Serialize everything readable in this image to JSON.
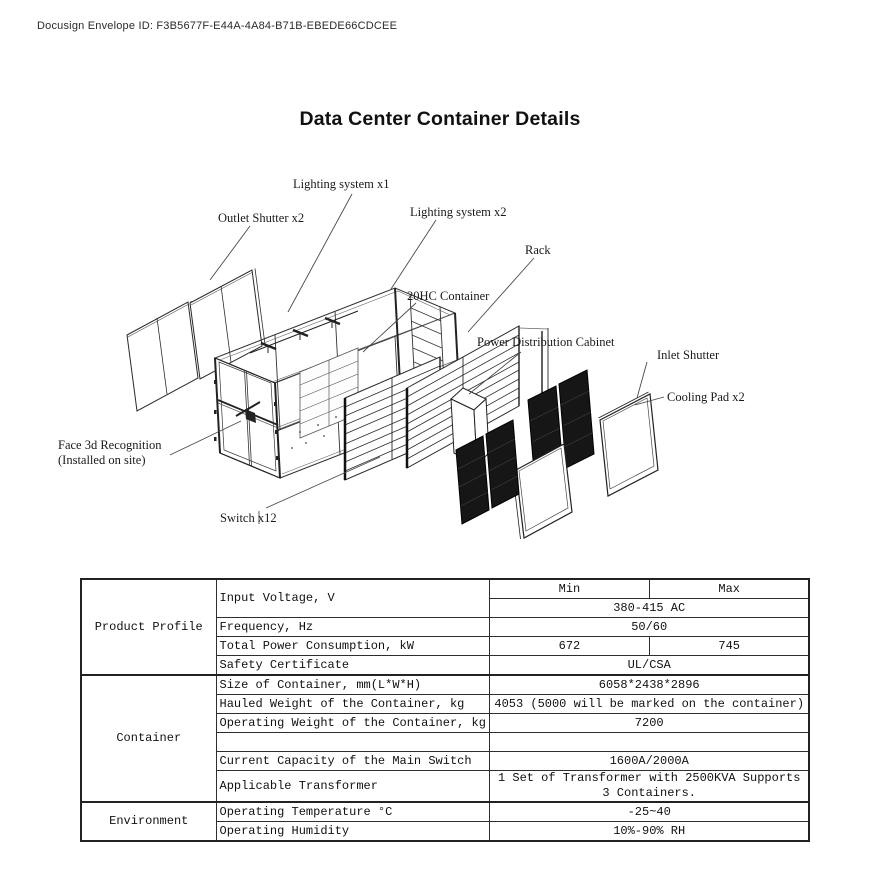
{
  "header": {
    "envelope_line": "Docusign Envelope ID: F3B5677F-E44A-4A84-B71B-EBEDE66CDCEE"
  },
  "title": "Data Center Container Details",
  "diagram": {
    "labels": {
      "lighting1": "Lighting system x1",
      "outlet_shutter": "Outlet Shutter x2",
      "lighting2": "Lighting system x2",
      "rack": "Rack",
      "container_20hc": "20HC Container",
      "pdc": "Power Distribution Cabinet",
      "inlet_shutter": "Inlet Shutter",
      "cooling_pad": "Cooling Pad x2",
      "face_recognition_line1": "Face 3d Recognition",
      "face_recognition_line2": "(Installed on site)",
      "switch": "Switch x12"
    }
  },
  "table": {
    "headers": {
      "min": "Min",
      "max": "Max"
    },
    "section_labels": {
      "product_profile": "Product Profile",
      "container": "Container",
      "environment": "Environment"
    },
    "rows": {
      "input_voltage": {
        "label": "Input Voltage, V",
        "value": "380-415 AC"
      },
      "frequency": {
        "label": "Frequency, Hz",
        "value": "50/60"
      },
      "power": {
        "label": "Total Power Consumption, kW",
        "min": "672",
        "max": "745"
      },
      "safety": {
        "label": "Safety Certificate",
        "value": "UL/CSA"
      },
      "size": {
        "label": "Size of Container, mm(L*W*H)",
        "value": "6058*2438*2896"
      },
      "hauled_weight": {
        "label": "Hauled Weight of the Container, kg",
        "value": "4053 (5000 will be marked on the container)"
      },
      "operating_weight": {
        "label": "Operating Weight of the Container, kg",
        "value": "7200"
      },
      "current_capacity": {
        "label": "Current Capacity of the Main Switch",
        "value": "1600A/2000A"
      },
      "transformer": {
        "label": "Applicable Transformer",
        "value_line1": "1 Set of Transformer with 2500KVA Supports",
        "value_line2": "3 Containers."
      },
      "temperature": {
        "label": "Operating Temperature °C",
        "value": "-25~40"
      },
      "humidity": {
        "label": "Operating Humidity",
        "value": "10%-90% RH"
      }
    }
  }
}
